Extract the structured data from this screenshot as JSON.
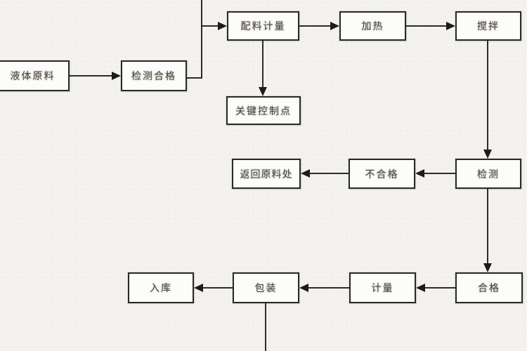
{
  "diagram": {
    "type": "flowchart",
    "language": "zh-CN",
    "background_color": "#f3f2ef",
    "box_fill_color": "#fcfcfa",
    "line_color": "#2b2924",
    "nodes": [
      {
        "id": "liquid-raw-material",
        "label": "液体原料"
      },
      {
        "id": "inspection-qualified",
        "label": "检测合格"
      },
      {
        "id": "ingredient-metering",
        "label": "配料计量"
      },
      {
        "id": "heating",
        "label": "加热"
      },
      {
        "id": "stirring",
        "label": "搅拌"
      },
      {
        "id": "critical-control-point",
        "label": "关键控制点"
      },
      {
        "id": "return-to-raw-material",
        "label": "返回原料处"
      },
      {
        "id": "unqualified",
        "label": "不合格"
      },
      {
        "id": "testing",
        "label": "检测"
      },
      {
        "id": "qualified",
        "label": "合格"
      },
      {
        "id": "metering",
        "label": "计量"
      },
      {
        "id": "packaging",
        "label": "包装"
      },
      {
        "id": "warehousing",
        "label": "入库"
      }
    ],
    "edges": [
      {
        "from": "liquid-raw-material",
        "to": "inspection-qualified",
        "arrow": "right"
      },
      {
        "from": "inspection-qualified",
        "to": "ingredient-metering",
        "arrow": "right",
        "route": "up-then-right, line continues off top edge"
      },
      {
        "from": "ingredient-metering",
        "to": "heating",
        "arrow": "right"
      },
      {
        "from": "heating",
        "to": "stirring",
        "arrow": "right"
      },
      {
        "from": "ingredient-metering",
        "to": "critical-control-point",
        "arrow": "down"
      },
      {
        "from": "stirring",
        "to": "testing",
        "arrow": "down"
      },
      {
        "from": "testing",
        "to": "unqualified",
        "arrow": "left"
      },
      {
        "from": "unqualified",
        "to": "return-to-raw-material",
        "arrow": "left"
      },
      {
        "from": "testing",
        "to": "qualified",
        "arrow": "down"
      },
      {
        "from": "qualified",
        "to": "metering",
        "arrow": "left"
      },
      {
        "from": "metering",
        "to": "packaging",
        "arrow": "left"
      },
      {
        "from": "packaging",
        "to": "warehousing",
        "arrow": "left"
      },
      {
        "from": "packaging",
        "to": "off-bottom-edge",
        "arrow": "none",
        "route": "line continues off bottom edge"
      }
    ]
  }
}
